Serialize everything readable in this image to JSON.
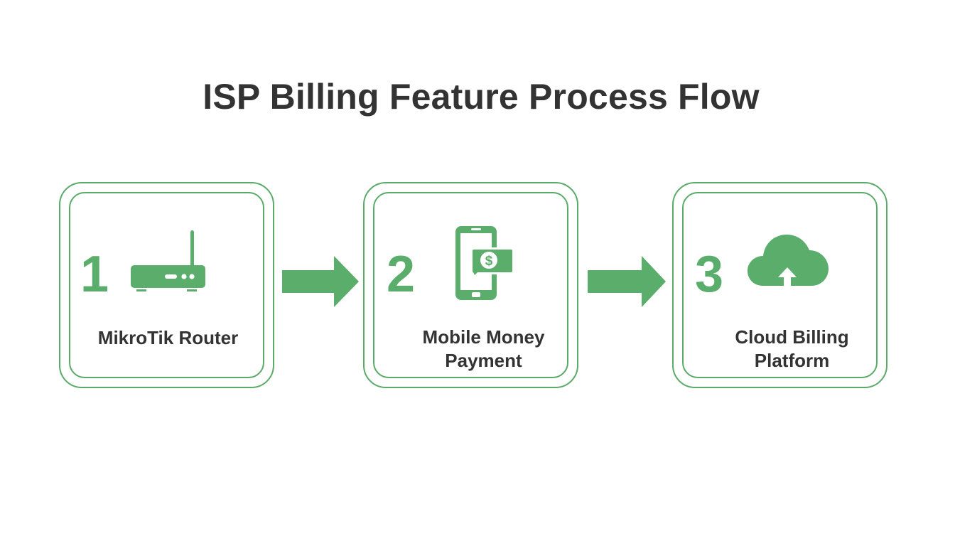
{
  "title": "ISP Billing Feature Process Flow",
  "colors": {
    "accent": "#5aad6a",
    "border": "#5aaa6a",
    "text": "#333333",
    "background": "#ffffff"
  },
  "steps": [
    {
      "number": "1",
      "icon": "router-icon",
      "label_line1": "MikroTik Router",
      "label_line2": ""
    },
    {
      "number": "2",
      "icon": "mobile-payment-icon",
      "label_line1": "Mobile Money",
      "label_line2": "Payment"
    },
    {
      "number": "3",
      "icon": "cloud-upload-icon",
      "label_line1": "Cloud Billing",
      "label_line2": "Platform"
    }
  ],
  "connectors": [
    {
      "from": "1",
      "to": "2",
      "icon": "arrow-right-icon"
    },
    {
      "from": "2",
      "to": "3",
      "icon": "arrow-right-icon"
    }
  ]
}
